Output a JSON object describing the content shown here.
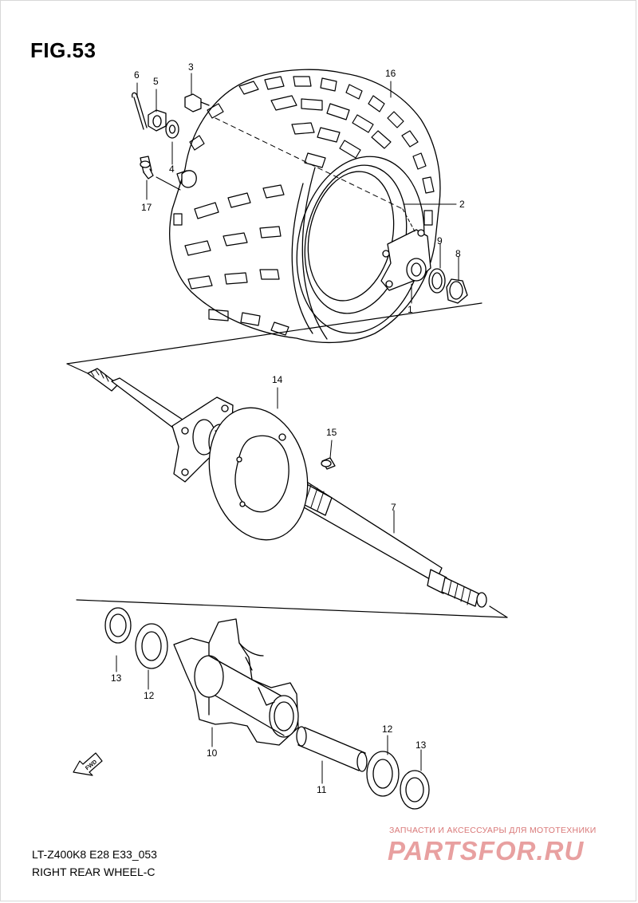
{
  "figure": {
    "title": "FIG.53"
  },
  "footer": {
    "model_code": "LT-Z400K8 E28 E33_053",
    "caption": "RIGHT REAR WHEEL-C"
  },
  "watermark": {
    "tagline": "ЗАПЧАСТИ И АКСЕССУАРЫ ДЛЯ МОТОТЕХНИКИ",
    "brand": "PARTSFOR.RU",
    "color": "#e8a0a0"
  },
  "direction_marker": {
    "label": "FWD",
    "icon": "fwd-arrow-icon"
  },
  "parts": {
    "p1": "1",
    "p2": "2",
    "p3": "3",
    "p4": "4",
    "p5": "5",
    "p6": "6",
    "p7": "7",
    "p8": "8",
    "p9": "9",
    "p10": "10",
    "p11": "11",
    "p12a": "12",
    "p12b": "12",
    "p13a": "13",
    "p13b": "13",
    "p14": "14",
    "p15": "15",
    "p16": "16",
    "p17": "17"
  }
}
